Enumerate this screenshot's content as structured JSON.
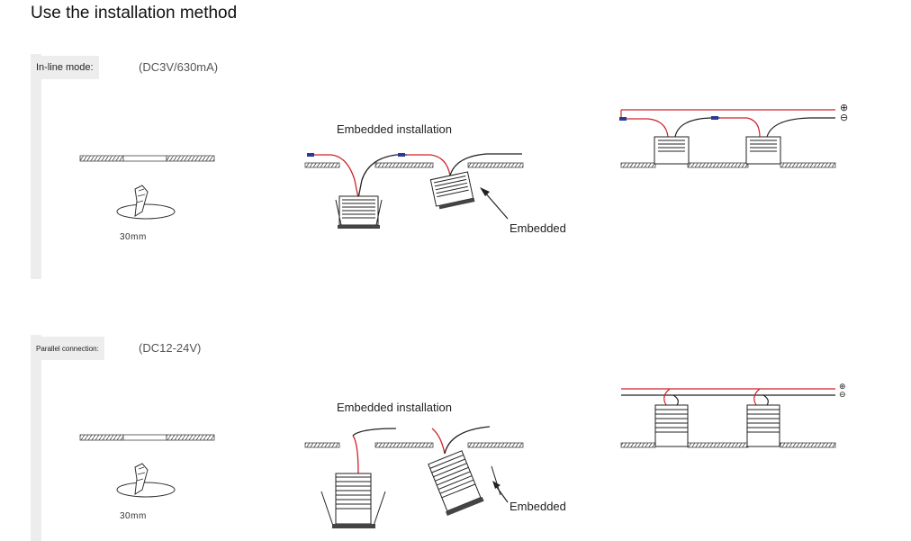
{
  "title": "Use the installation method",
  "sections": [
    {
      "mode_label": "In-line mode:",
      "voltage": "(DC3V/630mA)",
      "hole_size": "30mm",
      "embedded_installation": "Embedded installation",
      "embedded": "Embedded",
      "plus_symbol": "⊕",
      "minus_symbol": "⊖"
    },
    {
      "mode_label": "Parallel connection:",
      "voltage": "(DC12-24V)",
      "hole_size": "30mm",
      "embedded_installation": "Embedded installation",
      "embedded": "Embedded",
      "plus_symbol": "⊕",
      "minus_symbol": "⊖"
    }
  ],
  "colors": {
    "wire_red": "#d0202a",
    "wire_black": "#222222",
    "connector_blue": "#2b3a9a",
    "panel_gray": "#666666"
  }
}
